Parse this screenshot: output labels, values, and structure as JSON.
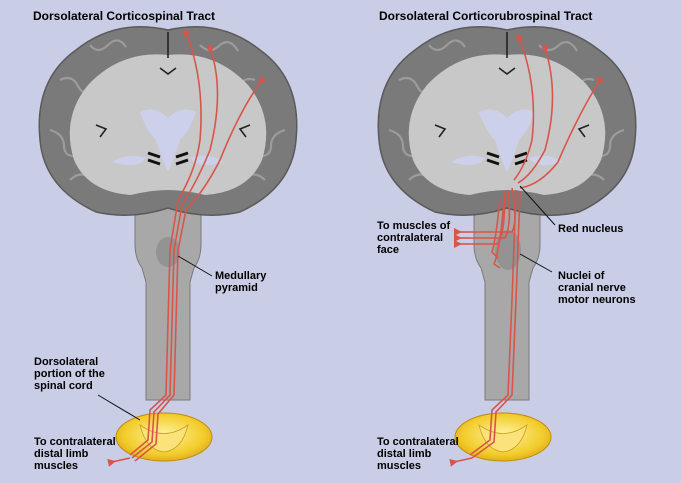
{
  "left_panel": {
    "title": "Dorsolateral Corticospinal Tract",
    "labels": {
      "medullary_pyramid": [
        "Medullary",
        "pyramid"
      ],
      "dorsolateral_spinal": [
        "Dorsolateral",
        "portion of the",
        "spinal cord"
      ],
      "distal_limb": [
        "To contralateral",
        "distal limb",
        "muscles"
      ]
    }
  },
  "right_panel": {
    "title": "Dorsolateral Corticorubrospinal Tract",
    "labels": {
      "contralateral_face": [
        "To muscles of",
        "contralateral",
        "face"
      ],
      "red_nucleus": [
        "Red nucleus"
      ],
      "cranial_nerve_nuclei": [
        "Nuclei of",
        "cranial nerve",
        "motor neurons"
      ],
      "distal_limb": [
        "To contralateral",
        "distal limb",
        "muscles"
      ]
    }
  },
  "colors": {
    "background": "#c9cde6",
    "cortex_gray": "#787878",
    "white_matter": "#c8c8c8",
    "ventricle": "#ccd0ea",
    "brainstem": "#a8a8a8",
    "tract_red": "#d8554a",
    "spinal_yellow": "#f2cc2a"
  }
}
